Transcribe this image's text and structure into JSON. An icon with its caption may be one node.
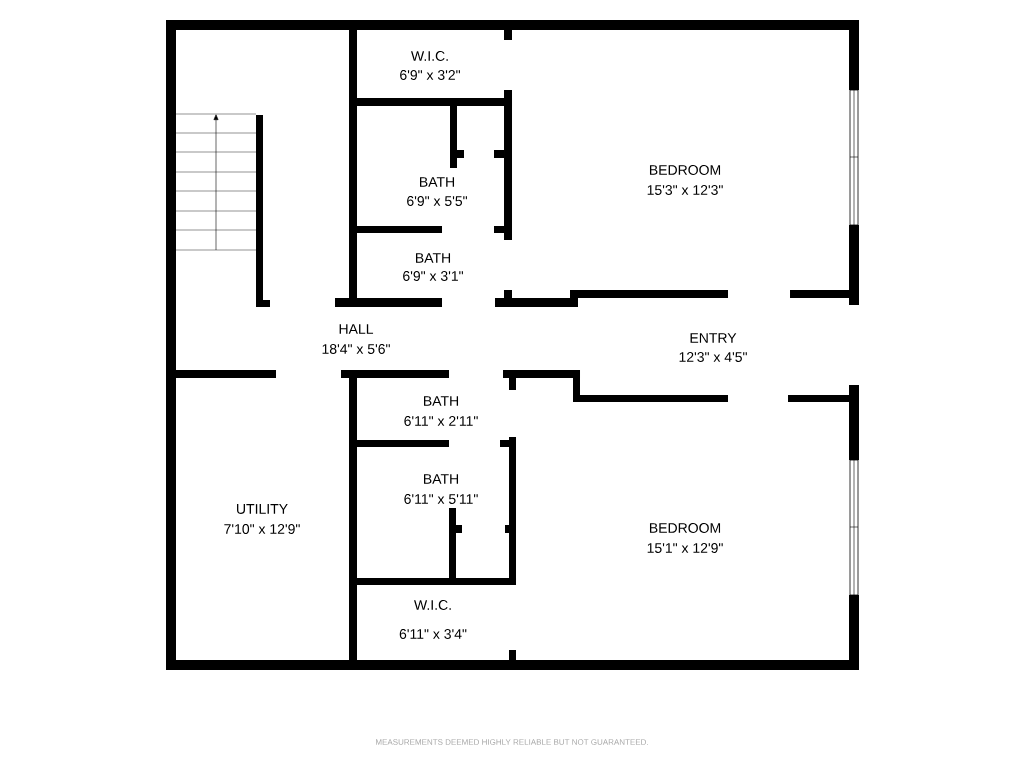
{
  "diagram": {
    "caption": "MEASUREMENTS DEEMED HIGHLY RELIABLE BUT NOT GUARANTEED.",
    "labels": [
      "W.I.C.",
      "6'9\" x 3'2\"",
      "BEDROOM",
      "15'3\" x 12'3\"",
      "BATH",
      "6'9\" x 5'5\"",
      "BATH",
      "6'9\" x 3'1\"",
      "HALL",
      "18'4\" x 5'6\"",
      "ENTRY",
      "12'3\" x 4'5\"",
      "BATH",
      "6'11\" x 2'11\"",
      "BATH",
      "6'11\" x 5'11\"",
      "UTILITY",
      "7'10\" x 12'9\"",
      "BEDROOM",
      "15'1\" x 12'9\"",
      "W.I.C.",
      "6'11\" x 3'4\""
    ]
  }
}
